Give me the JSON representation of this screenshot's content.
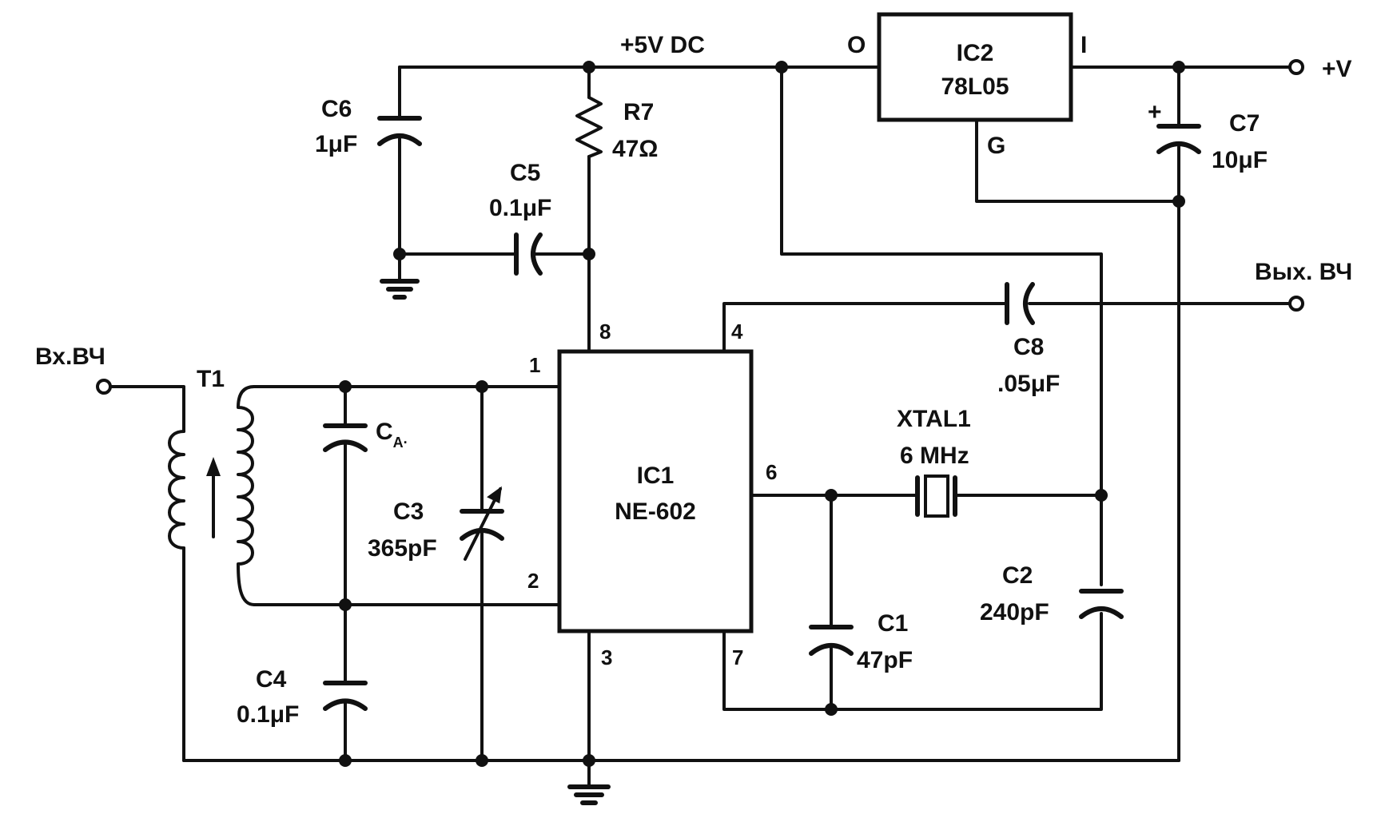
{
  "supply": {
    "rail_label": "+5V DC",
    "input_label": "+V"
  },
  "ic2": {
    "name": "IC2",
    "part": "78L05",
    "pin_o": "O",
    "pin_i": "I",
    "pin_g": "G"
  },
  "ic1": {
    "name": "IC1",
    "part": "NE-602",
    "pins": {
      "p1": "1",
      "p2": "2",
      "p3": "3",
      "p4": "4",
      "p6": "6",
      "p7": "7",
      "p8": "8"
    }
  },
  "rf_input": {
    "label": "Вх.ВЧ"
  },
  "rf_output": {
    "label": "Вых. ВЧ"
  },
  "transformer": {
    "name": "T1"
  },
  "components": {
    "c6": {
      "name": "C6",
      "value": "1μF"
    },
    "r7": {
      "name": "R7",
      "value": "47Ω"
    },
    "c5": {
      "name": "C5",
      "value": "0.1μF"
    },
    "c7": {
      "name": "C7",
      "value": "10μF",
      "polarity": "+"
    },
    "c8": {
      "name": "C8",
      "value": ".05μF"
    },
    "ca": {
      "name": "C",
      "sub": "A·"
    },
    "c3": {
      "name": "C3",
      "value": "365pF"
    },
    "c4": {
      "name": "C4",
      "value": "0.1μF"
    },
    "xtal1": {
      "name": "XTAL1",
      "value": "6 MHz"
    },
    "c1": {
      "name": "C1",
      "value": "47pF"
    },
    "c2": {
      "name": "C2",
      "value": "240pF"
    }
  }
}
